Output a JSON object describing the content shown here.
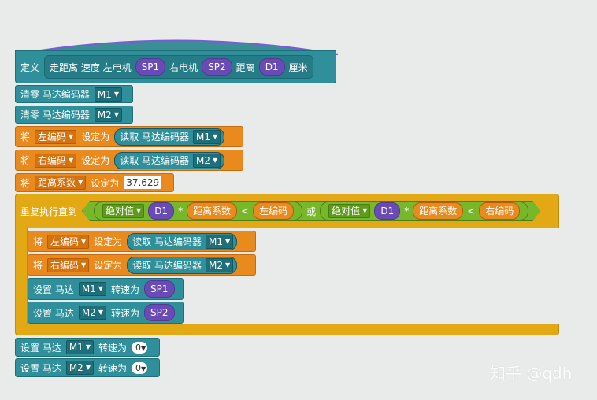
{
  "define": {
    "label": "定义",
    "name": "走距离 速度 左电机",
    "sp1": "SP1",
    "right_motor": "右电机",
    "sp2": "SP2",
    "distance": "距离",
    "d1": "D1",
    "unit": "厘米"
  },
  "clear1": {
    "label": "清零 马达编码器",
    "port": "M1"
  },
  "clear2": {
    "label": "清零 马达编码器",
    "port": "M2"
  },
  "set_left": {
    "kw": "将",
    "var": "左编码",
    "set": "设定为",
    "read": "读取 马达编码器",
    "port": "M1"
  },
  "set_right": {
    "kw": "将",
    "var": "右编码",
    "set": "设定为",
    "read": "读取 马达编码器",
    "port": "M2"
  },
  "set_coef": {
    "kw": "将",
    "var": "距离系数",
    "set": "设定为",
    "value": "37.629"
  },
  "repeat": {
    "label": "重复执行直到",
    "abs1": "绝对值",
    "d1a": "D1",
    "mul1": "*",
    "coef1": "距离系数",
    "lt1": "<",
    "left": "左编码",
    "or": "或",
    "abs2": "绝对值",
    "d1b": "D1",
    "mul2": "*",
    "coef2": "距离系数",
    "lt2": "<",
    "right": "右编码"
  },
  "inner": {
    "set_left": {
      "kw": "将",
      "var": "左编码",
      "set": "设定为",
      "read": "读取 马达编码器",
      "port": "M1"
    },
    "set_right": {
      "kw": "将",
      "var": "右编码",
      "set": "设定为",
      "read": "读取 马达编码器",
      "port": "M2"
    },
    "motor1": {
      "label": "设置 马达",
      "port": "M1",
      "speed": "转速为",
      "val": "SP1"
    },
    "motor2": {
      "label": "设置 马达",
      "port": "M2",
      "speed": "转速为",
      "val": "SP2"
    }
  },
  "stop1": {
    "label": "设置 马达",
    "port": "M1",
    "speed": "转速为",
    "val": "0"
  },
  "stop2": {
    "label": "设置 马达",
    "port": "M2",
    "speed": "转速为",
    "val": "0"
  },
  "watermark": "知乎 @qdh",
  "colors": {
    "teal": "#2f8f9a",
    "orange": "#e98a1e",
    "green": "#76b82a",
    "gold": "#e2a914",
    "purple": "#6a4bb5",
    "background": "#e8ebea"
  }
}
